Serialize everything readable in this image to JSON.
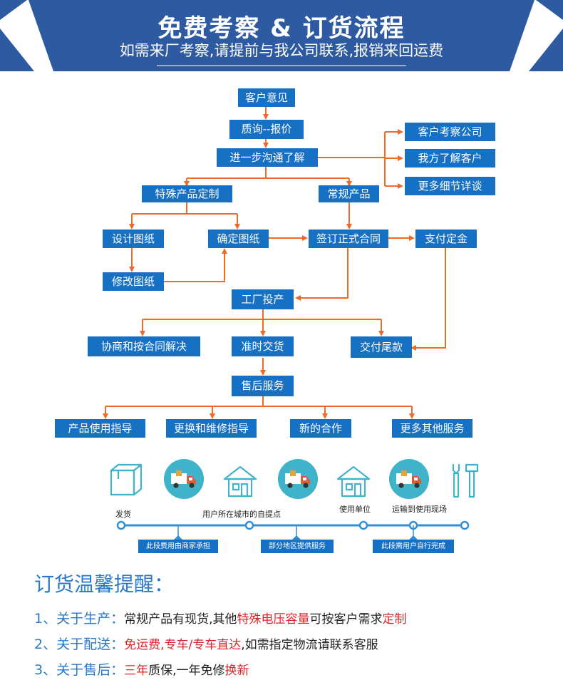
{
  "banner": {
    "title": "免费考察 & 订货流程",
    "subtitle": "如需来厂考察,请提前与我公司联系,报销来回运费",
    "color": "#2d5aa0"
  },
  "flow": {
    "box_color": "#1670c4",
    "arrow_color": "#ee6a2a",
    "nodes": {
      "customer_opinion": "客户意见",
      "inquiry_quote": "质询--报价",
      "further_communication": "进一步沟通了解",
      "customer_visits": "客户考察公司",
      "we_learn_customer": "我方了解客户",
      "more_details": "更多细节详谈",
      "special_products": "特殊产品定制",
      "regular_products": "常规产品",
      "design_drawings": "设计图纸",
      "confirm_drawings": "确定图纸",
      "sign_contract": "签订正式合同",
      "pay_deposit": "支付定金",
      "revise_drawings": "修改图纸",
      "factory_production": "工厂投产",
      "negotiate_resolve": "协商和按合同解决",
      "on_time_delivery": "准时交货",
      "pay_balance": "交付尾款",
      "after_sales": "售后服务",
      "usage_guide": "产品使用指导",
      "replace_repair_guide": "更换和维修指导",
      "new_cooperation": "新的合作",
      "more_services": "更多其他服务"
    }
  },
  "shipping": {
    "icons": [
      "box-icon",
      "truck-icon",
      "house-icon",
      "truck-icon",
      "house-icon",
      "truck-icon",
      "tools-icon"
    ],
    "labels": {
      "ship": "发货",
      "user_city_pickup": "用户所在城市的自提点",
      "user_unit": "使用单位",
      "to_site": "运输到使用现场"
    },
    "segments": {
      "merchant_cost": "此段费用由商家承担",
      "some_regions": "部分地区提供服务",
      "user_self": "此段需用户自行完成"
    }
  },
  "tips": {
    "title": "订货温馨提醒：",
    "items": [
      {
        "num": "1、",
        "head": "关于生产：",
        "parts": [
          {
            "text": "常规产品有现货,其他",
            "red": false
          },
          {
            "text": "特殊电压容量",
            "red": true
          },
          {
            "text": "可按客户需求",
            "red": false
          },
          {
            "text": "定制",
            "red": true
          }
        ]
      },
      {
        "num": "2、",
        "head": "关于配送：",
        "parts": [
          {
            "text": "免运费,专车/专车直达",
            "red": true
          },
          {
            "text": ",如需指定物流请联系客服",
            "red": false
          }
        ]
      },
      {
        "num": "3、",
        "head": "关于售后：",
        "parts": [
          {
            "text": "三年",
            "red": true
          },
          {
            "text": "质保,一年免修",
            "red": false
          },
          {
            "text": "换新",
            "red": true
          }
        ]
      }
    ]
  }
}
